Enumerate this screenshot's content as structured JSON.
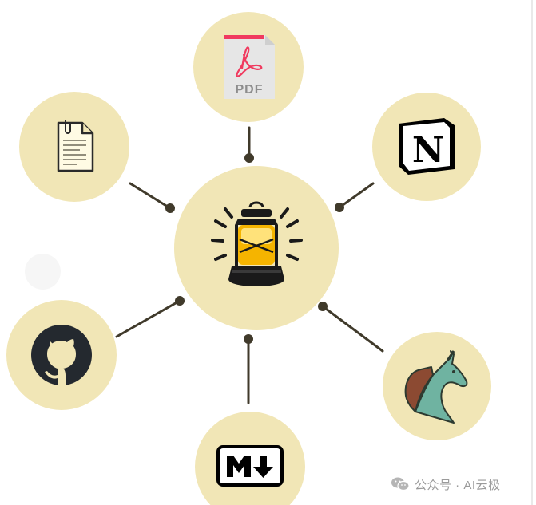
{
  "colors": {
    "node_fill": "#f1e6b6",
    "connector": "#403a2b",
    "watermark_text": "#9a9a9a"
  },
  "hub": {
    "icon": "lantern-icon"
  },
  "nodes": [
    {
      "id": "pdf",
      "icon": "pdf-document-icon",
      "label": "PDF"
    },
    {
      "id": "notion",
      "icon": "notion-logo-icon",
      "label": "N"
    },
    {
      "id": "text",
      "icon": "text-file-icon"
    },
    {
      "id": "github",
      "icon": "github-logo-icon"
    },
    {
      "id": "markdown",
      "icon": "markdown-logo-icon"
    },
    {
      "id": "unicorn",
      "icon": "unicorn-icon"
    }
  ],
  "watermark": {
    "icon": "wechat-icon",
    "text": "公众号 · AI云极"
  }
}
